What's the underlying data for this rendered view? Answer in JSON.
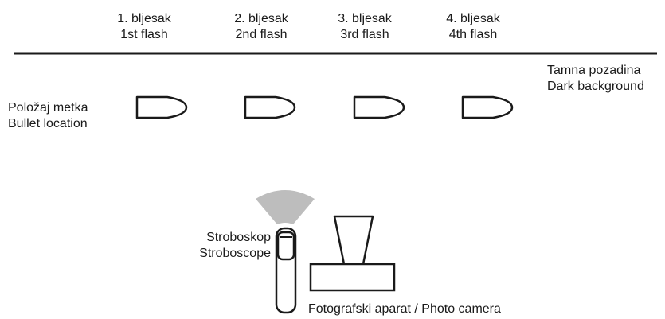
{
  "flashes": [
    {
      "hr": "1. bljesak",
      "en": "1st flash"
    },
    {
      "hr": "2. bljesak",
      "en": "2nd flash"
    },
    {
      "hr": "3. bljesak",
      "en": "3rd flash"
    },
    {
      "hr": "4. bljesak",
      "en": "4th flash"
    }
  ],
  "background_label": {
    "hr": "Tamna pozadina",
    "en": "Dark background"
  },
  "bullet_label": {
    "hr": "Položaj metka",
    "en": "Bullet location"
  },
  "stroboscope_label": {
    "hr": "Stroboskop",
    "en": "Stroboscope"
  },
  "camera_label": "Fotografski aparat / Photo camera",
  "colors": {
    "line": "#1a1a1a",
    "light_beam": "#bdbdbd"
  }
}
